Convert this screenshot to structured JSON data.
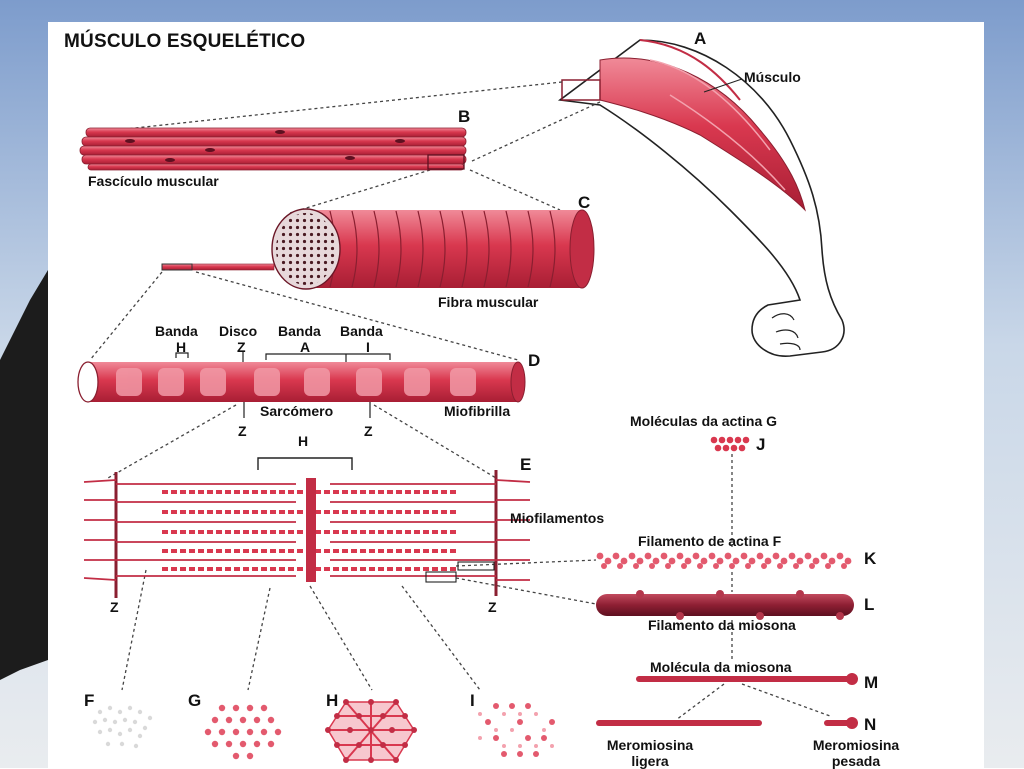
{
  "title": "MÚSCULO ESQUELÉTICO",
  "letters": {
    "A": "A",
    "B": "B",
    "C": "C",
    "D": "D",
    "E": "E",
    "F": "F",
    "G": "G",
    "H": "H",
    "I": "I",
    "J": "J",
    "K": "K",
    "L": "L",
    "M": "M",
    "N": "N"
  },
  "labels": {
    "musculo": "Músculo",
    "fasciculo": "Fascículo muscular",
    "fibra": "Fibra muscular",
    "banda_h": "Banda",
    "disco_z": "Disco",
    "banda_a": "Banda",
    "banda_i": "Banda",
    "h": "H",
    "z": "Z",
    "a": "A",
    "i": "I",
    "sarcomero": "Sarcómero",
    "miofibrilla": "Miofibrilla",
    "z_left": "Z",
    "z_right": "Z",
    "h_sarcomere": "H",
    "miofilamentos": "Miofilamentos",
    "z_bottom_left": "Z",
    "z_bottom_right": "Z",
    "actina_g": "Moléculas da actina G",
    "actina_f": "Filamento de actina F",
    "filamento_miosona": "Filamento da miosona",
    "molecula_miosona": "Molécula da miosona",
    "meromiosina_ligera_1": "Meromiosina",
    "meromiosina_ligera_2": "ligera",
    "meromiosina_pesada_1": "Meromiosina",
    "meromiosina_pesada_2": "pesada"
  },
  "colors": {
    "muscle": "#d9384f",
    "muscle_dark": "#a81e34",
    "muscle_light": "#ec8a98",
    "line": "#333333",
    "background_sky": "#c8d8ea"
  }
}
